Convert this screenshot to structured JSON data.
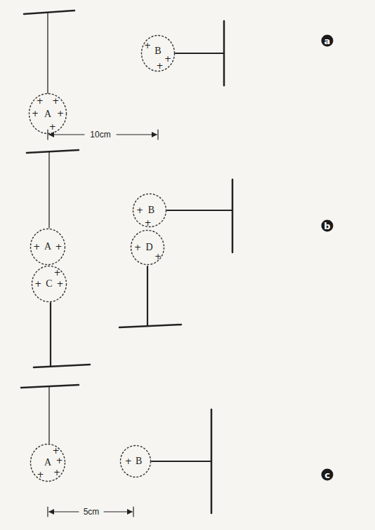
{
  "diagram": {
    "nodes": [
      {
        "text": [
          "A",
          "+",
          "+",
          "+",
          "+",
          "+"
        ]
      },
      {
        "text": [
          "B",
          "+",
          "+",
          "+"
        ]
      },
      {
        "text": [
          "a"
        ]
      },
      {
        "text": [
          "A",
          "+",
          "+"
        ]
      },
      {
        "text": [
          "C",
          "+",
          "+",
          "+"
        ]
      },
      {
        "text": [
          "B",
          "+",
          "+"
        ]
      },
      {
        "text": [
          "D",
          "+",
          "+"
        ]
      },
      {
        "text": [
          "b"
        ]
      },
      {
        "text": [
          "A",
          "+",
          "+",
          "+",
          "+"
        ]
      },
      {
        "text": [
          "B",
          "+"
        ]
      },
      {
        "text": [
          "c"
        ]
      }
    ],
    "labels": [
      "10cm",
      "5cm"
    ]
  }
}
